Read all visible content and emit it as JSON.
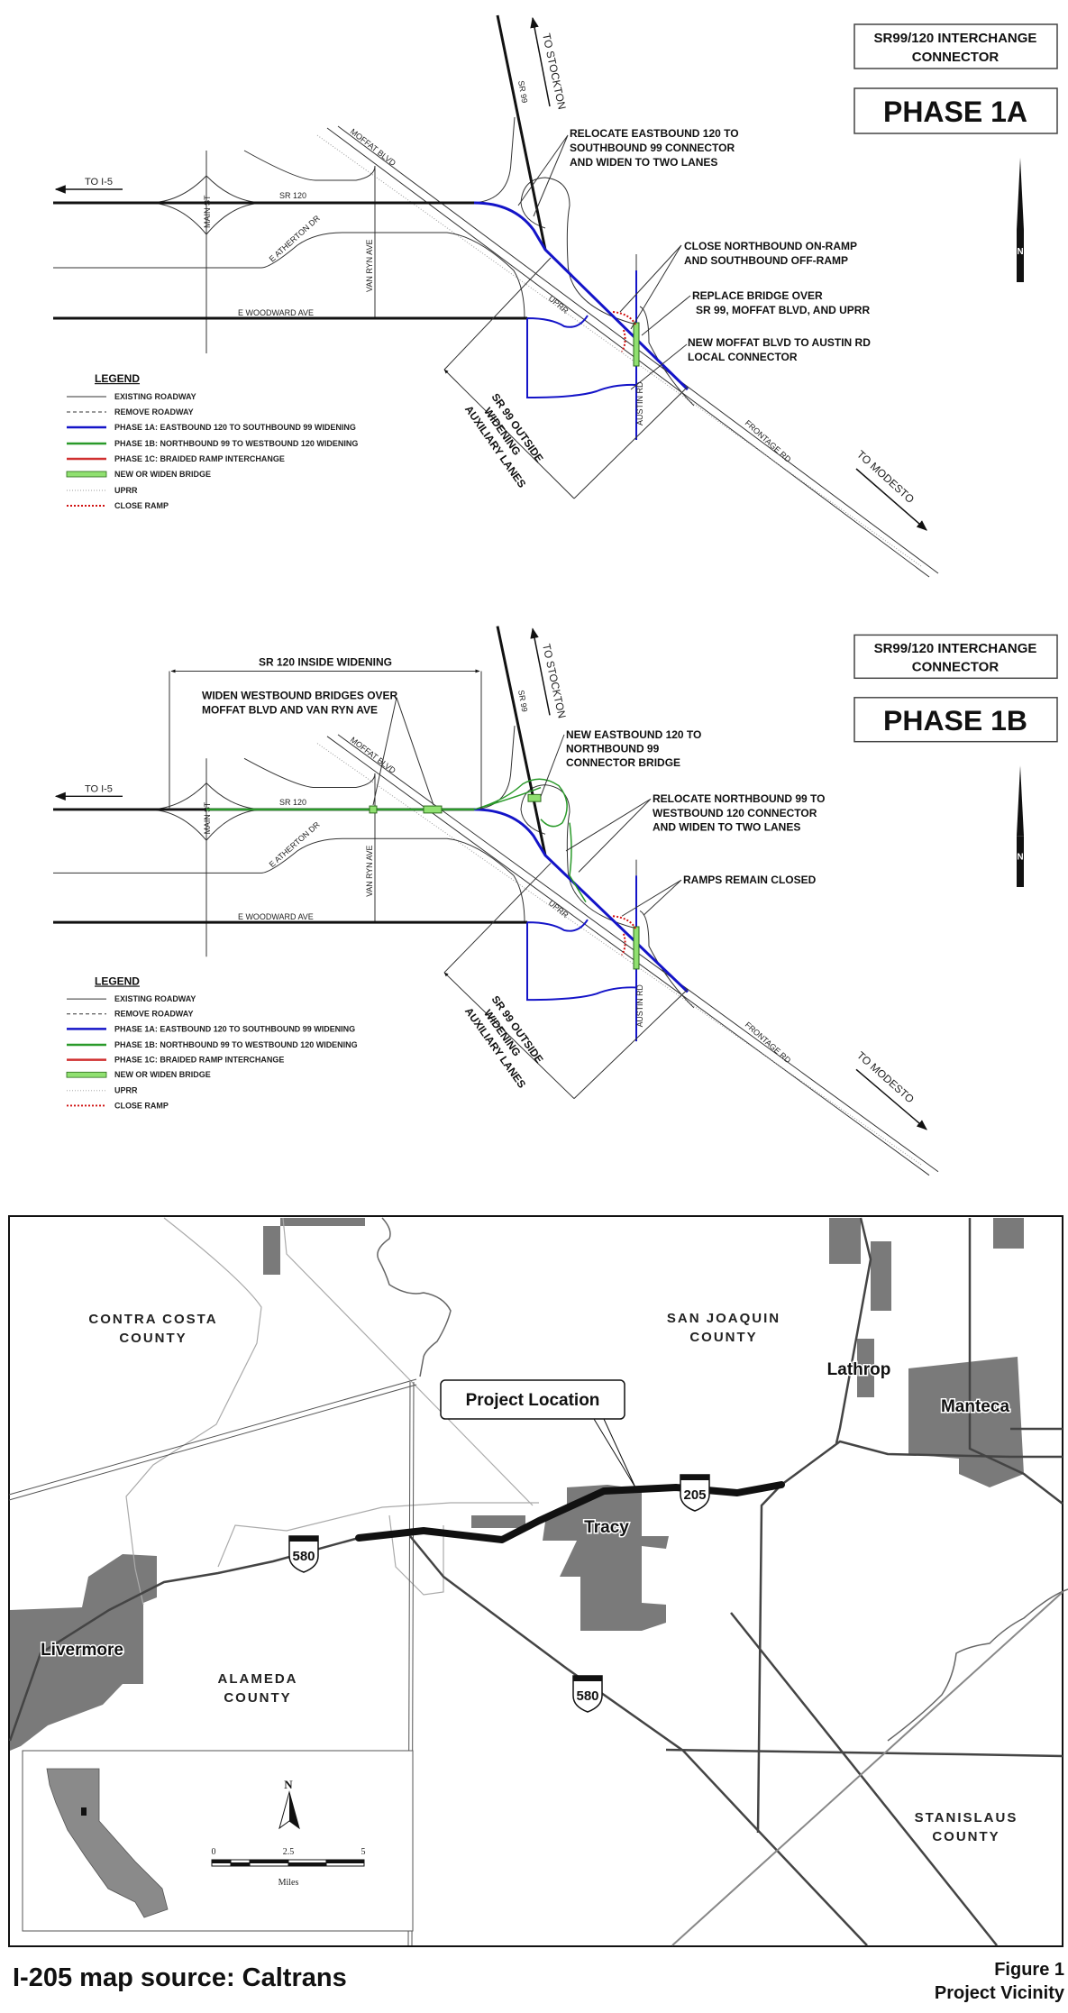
{
  "colors": {
    "phase1a": "#1414c8",
    "phase1b": "#2a9a2a",
    "phase1c": "#d03030",
    "bridge": "#90e070",
    "close_ramp": "#d01010",
    "city": "#7a7a7a"
  },
  "streets": {
    "to_i5": "TO I-5",
    "sr120": "SR 120",
    "main_st": "MAIN ST",
    "moffat": "MOFFAT BLVD",
    "atherton": "E ATHERTON DR",
    "van_ryn": "VAN RYN AVE",
    "woodward": "E WOODWARD AVE",
    "uprr": "UPRR",
    "austin": "AUSTIN RD",
    "frontage": "FRONTAGE RD",
    "sr99": "SR 99",
    "to_stockton": "TO STOCKTON",
    "to_modesto": "TO MODESTO",
    "north": "N",
    "aux_1": "SR 99 OUTSIDE",
    "aux_2": "WIDENING",
    "aux_3": "AUXILIARY LANES"
  },
  "title": {
    "line1": "SR99/120 INTERCHANGE",
    "line2": "CONNECTOR"
  },
  "legend": {
    "title": "LEGEND",
    "items": [
      "EXISTING ROADWAY",
      "REMOVE ROADWAY",
      "PHASE 1A: EASTBOUND 120 TO SOUTHBOUND 99 WIDENING",
      "PHASE 1B: NORTHBOUND 99 TO WESTBOUND 120 WIDENING",
      "PHASE 1C: BRAIDED RAMP INTERCHANGE",
      "NEW OR WIDEN BRIDGE",
      "UPRR",
      "CLOSE RAMP"
    ]
  },
  "phase1a": {
    "phase": "PHASE 1A",
    "relocate": [
      "RELOCATE EASTBOUND 120 TO",
      "SOUTHBOUND 99 CONNECTOR",
      "AND WIDEN TO TWO LANES"
    ],
    "close": [
      "CLOSE NORTHBOUND ON-RAMP",
      "AND SOUTHBOUND OFF-RAMP"
    ],
    "replace": [
      "REPLACE BRIDGE OVER",
      "SR 99, MOFFAT BLVD, AND UPRR"
    ],
    "connector": [
      "NEW MOFFAT BLVD TO AUSTIN RD",
      "LOCAL  CONNECTOR"
    ]
  },
  "phase1b": {
    "phase": "PHASE 1B",
    "inside": "SR 120 INSIDE WIDENING",
    "widen": [
      "WIDEN WESTBOUND BRIDGES OVER",
      "MOFFAT BLVD AND VAN RYN AVE"
    ],
    "new_bridge": [
      "NEW EASTBOUND 120 TO",
      "NORTHBOUND 99",
      "CONNECTOR BRIDGE"
    ],
    "relocate": [
      "RELOCATE NORTHBOUND 99 TO",
      "WESTBOUND 120 CONNECTOR",
      "AND WIDEN TO TWO LANES"
    ],
    "ramps": "RAMPS REMAIN CLOSED"
  },
  "map": {
    "contra_costa": [
      "CONTRA COSTA",
      "COUNTY"
    ],
    "san_joaquin": [
      "SAN JOAQUIN",
      "COUNTY"
    ],
    "alameda": [
      "ALAMEDA",
      "COUNTY"
    ],
    "stanislaus": [
      "STANISLAUS",
      "COUNTY"
    ],
    "lathrop": "Lathrop",
    "manteca": "Manteca",
    "tracy": "Tracy",
    "livermore": "Livermore",
    "project": "Project Location",
    "i205": "205",
    "i580": "580",
    "north": "N",
    "scale": [
      "0",
      "2.5",
      "5"
    ],
    "scale_unit": "Miles"
  },
  "caption": "I-205 map source: Caltrans",
  "figure": {
    "number": "Figure 1",
    "title": "Project Vicinity"
  }
}
